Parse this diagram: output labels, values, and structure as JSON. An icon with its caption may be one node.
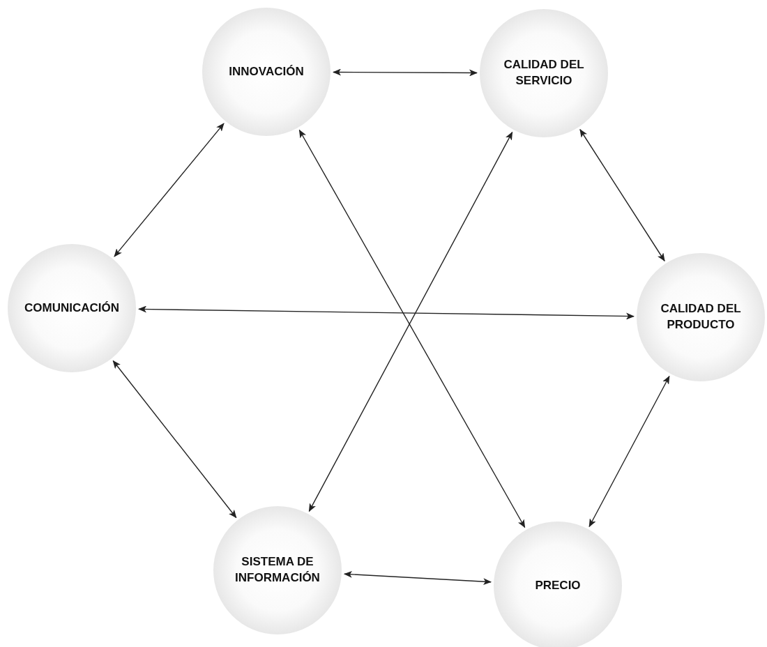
{
  "diagram": {
    "nodes": [
      {
        "text": [
          "INNOVACIÓN"
        ]
      },
      {
        "text": [
          "CALIDAD DEL SERVICIO"
        ]
      },
      {
        "text": [
          "COMUNICACIÓN"
        ]
      },
      {
        "text": [
          "CALIDAD DEL PRODUCTO"
        ]
      },
      {
        "text": [
          "SISTEMA DE INFORMACIÓN"
        ]
      },
      {
        "text": [
          "PRECIO"
        ]
      }
    ],
    "edges": [
      {
        "from": 0,
        "to": 1,
        "arrow": "both"
      },
      {
        "from": 1,
        "to": 3,
        "arrow": "both"
      },
      {
        "from": 0,
        "to": 2,
        "arrow": "both"
      },
      {
        "from": 2,
        "to": 3,
        "arrow": "both"
      },
      {
        "from": 0,
        "to": 5,
        "arrow": "both"
      },
      {
        "from": 1,
        "to": 4,
        "arrow": "both"
      },
      {
        "from": 2,
        "to": 4,
        "arrow": "both"
      },
      {
        "from": 3,
        "to": 5,
        "arrow": "both"
      },
      {
        "from": 4,
        "to": 5,
        "arrow": "both"
      }
    ]
  }
}
